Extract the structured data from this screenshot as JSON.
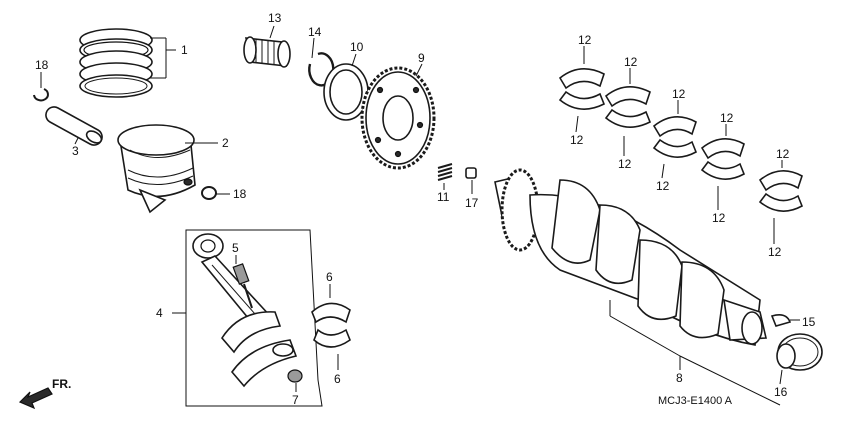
{
  "diagram_code": "MCJ3-E1400 A",
  "front_marker": "FR.",
  "callouts": {
    "c1": "1",
    "c2": "2",
    "c3": "3",
    "c4": "4",
    "c5": "5",
    "c6a": "6",
    "c6b": "6",
    "c7": "7",
    "c8": "8",
    "c9": "9",
    "c10": "10",
    "c11": "11",
    "c12a": "12",
    "c12b": "12",
    "c12c": "12",
    "c12d": "12",
    "c12e": "12",
    "c12f": "12",
    "c12g": "12",
    "c12h": "12",
    "c12i": "12",
    "c12j": "12",
    "c13": "13",
    "c14": "14",
    "c15": "15",
    "c16": "16",
    "c17": "17",
    "c18a": "18",
    "c18b": "18"
  }
}
